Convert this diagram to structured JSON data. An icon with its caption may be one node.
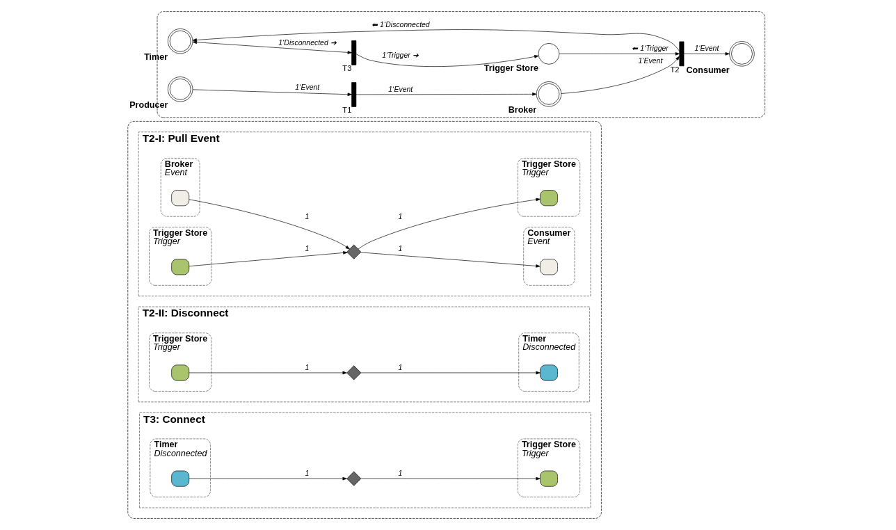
{
  "diagram": {
    "nodes": [
      {
        "text": [],
        "shape": "box"
      },
      {
        "text": [
          "Timer"
        ],
        "in": 0
      },
      {
        "text": [
          "T3"
        ],
        "in": 0
      },
      {
        "text": [
          "Trigger Store"
        ],
        "in": 0
      },
      {
        "text": [
          "Producer"
        ],
        "in": 0
      },
      {
        "text": [
          "T1"
        ],
        "in": 0
      },
      {
        "text": [
          "Broker"
        ],
        "in": 0
      },
      {
        "text": [
          "T2"
        ],
        "in": 0
      },
      {
        "text": [
          "Consumer"
        ],
        "in": 0
      },
      {
        "text": [],
        "shape": "box"
      },
      {
        "text": [
          "T2-I: Pull Event"
        ],
        "in": 9
      },
      {
        "text": [
          "Broker",
          "Event"
        ],
        "in": 10
      },
      {
        "text": [],
        "shape": "box",
        "in": 11
      },
      {
        "text": [
          "Trigger Store",
          "Trigger"
        ],
        "in": 10
      },
      {
        "text": [],
        "shape": "box",
        "in": 13
      },
      {
        "text": [],
        "shape": "diamond",
        "in": 10
      },
      {
        "text": [
          "Consumer",
          "Event"
        ],
        "in": 10
      },
      {
        "text": [],
        "shape": "box",
        "in": 16
      },
      {
        "text": [
          "Trigger Store",
          "Trigger"
        ],
        "in": 10
      },
      {
        "text": [],
        "shape": "box",
        "in": 18
      },
      {
        "text": [
          "T2-II: Disconnect"
        ],
        "in": 9
      },
      {
        "text": [
          "Trigger Store",
          "Trigger"
        ],
        "in": 20
      },
      {
        "text": [],
        "shape": "box",
        "in": 21
      },
      {
        "text": [],
        "shape": "diamond",
        "in": 20
      },
      {
        "text": [
          "Timer",
          "Disconnected"
        ],
        "in": 20
      },
      {
        "text": [],
        "shape": "box",
        "in": 24
      },
      {
        "text": [
          "T3: Connect"
        ],
        "in": 9
      },
      {
        "text": [
          "Timer",
          "Disconnected"
        ],
        "in": 26
      },
      {
        "text": [],
        "shape": "box",
        "in": 27
      },
      {
        "text": [],
        "shape": "diamond",
        "in": 26
      },
      {
        "text": [
          "Trigger Store",
          "Trigger"
        ],
        "in": 26
      },
      {
        "text": [],
        "shape": "box",
        "in": 30
      }
    ],
    "edges": [
      {
        "from": 1,
        "to": 2,
        "arrow": "both",
        "label": "1‘Disconnected ➔"
      },
      {
        "from": 2,
        "to": 3,
        "arrow": "to",
        "label": "1‘Trigger ➔"
      },
      {
        "from": 7,
        "to": 1,
        "arrow": "to",
        "label": "⬅ 1‘Disconnected"
      },
      {
        "from": 3,
        "to": 7,
        "arrow": "to",
        "label": "⬅ 1‘Trigger"
      },
      {
        "from": 4,
        "to": 5,
        "arrow": "to",
        "label": "1‘Event"
      },
      {
        "from": 5,
        "to": 6,
        "arrow": "to",
        "label": "1‘Event"
      },
      {
        "from": 6,
        "to": 7,
        "arrow": "to",
        "label": "1‘Event"
      },
      {
        "from": 7,
        "to": 8,
        "arrow": "to",
        "label": "1‘Event"
      },
      {
        "from": 12,
        "to": 15,
        "arrow": "to",
        "label": "1"
      },
      {
        "from": 14,
        "to": 15,
        "arrow": "to",
        "label": "1"
      },
      {
        "from": 15,
        "to": 17,
        "arrow": "to",
        "label": "1"
      },
      {
        "from": 15,
        "to": 19,
        "arrow": "to",
        "label": "1"
      },
      {
        "from": 22,
        "to": 23,
        "arrow": "to",
        "label": "1"
      },
      {
        "from": 23,
        "to": 25,
        "arrow": "to",
        "label": "1"
      },
      {
        "from": 28,
        "to": 29,
        "arrow": "to",
        "label": "1"
      },
      {
        "from": 29,
        "to": 31,
        "arrow": "to",
        "label": "1"
      }
    ]
  }
}
